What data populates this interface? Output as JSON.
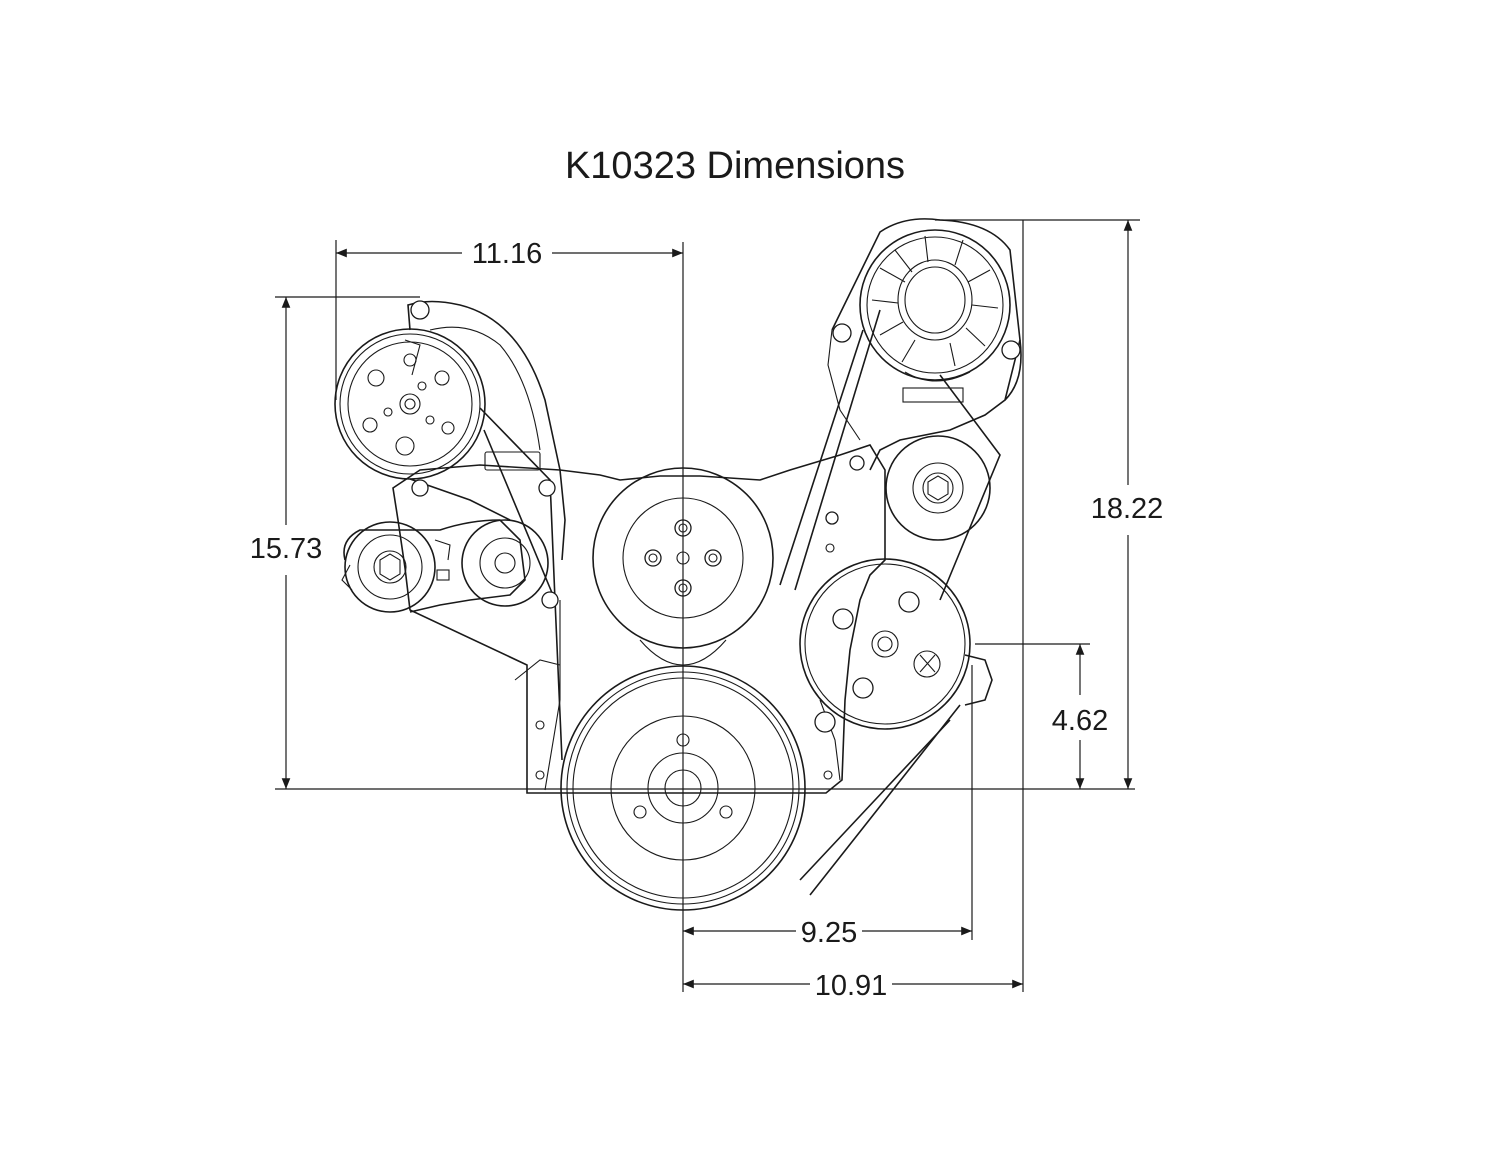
{
  "title": "K10323 Dimensions",
  "dimensions": {
    "top_width": "11.16",
    "left_height": "15.73",
    "right_height": "18.22",
    "pulley_height": "4.62",
    "bottom_width_1": "9.25",
    "bottom_width_2": "10.91"
  },
  "colors": {
    "line": "#1a1a1a",
    "background": "#ffffff"
  }
}
